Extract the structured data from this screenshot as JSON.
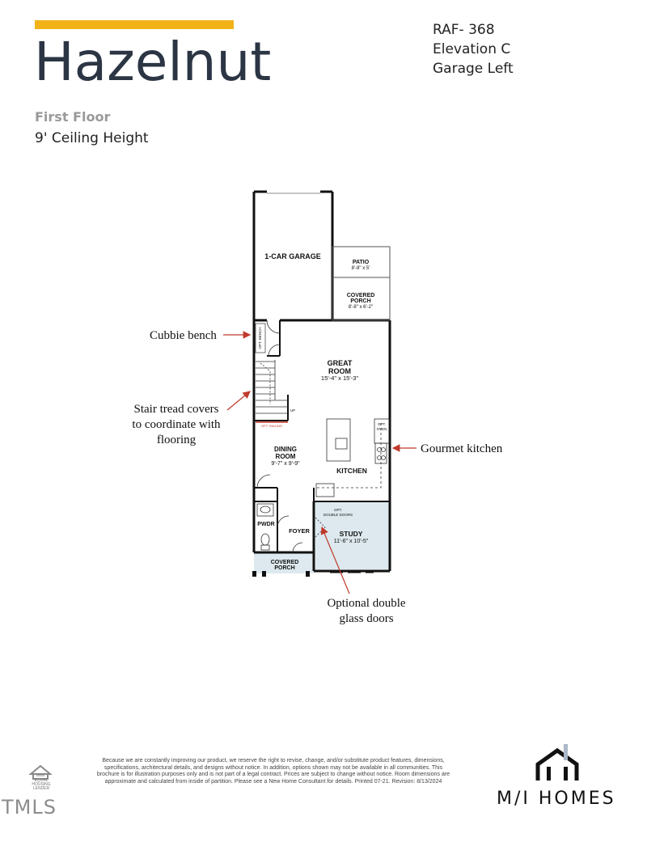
{
  "header": {
    "title": "Hazelnut",
    "plan_code": "RAF- 368",
    "elevation": "Elevation C",
    "garage": "Garage Left",
    "floor": "First Floor",
    "ceiling": "9' Ceiling Height"
  },
  "colors": {
    "accent": "#f2b318",
    "title": "#2b3544",
    "study_fill": "#dde9ee",
    "porch_fill": "#dde9ee",
    "arrow": "#c0392b"
  },
  "rooms": {
    "garage": "1-CAR GARAGE",
    "patio": "PATIO",
    "patio_dim": "8'-8\" x 5'",
    "covered_porch_top_1": "COVERED",
    "covered_porch_top_2": "PORCH",
    "covered_porch_top_dim": "8'-8\" x 6'-2\"",
    "great_room_1": "GREAT",
    "great_room_2": "ROOM",
    "great_room_dim": "15'-4\" x 15'-3\"",
    "dining_1": "DINING",
    "dining_2": "ROOM",
    "dining_dim": "9'-7\" x 9'-9\"",
    "kitchen": "KITCHEN",
    "pwdr": "PWDR",
    "foyer": "FOYER",
    "study": "STUDY",
    "study_dim": "11'-6\" x 10'-5\"",
    "covered_porch_bottom_1": "COVERED",
    "covered_porch_bottom_2": "PORCH",
    "opt_bench": "OPT. BENCH",
    "opt_oven_1": "OPT.",
    "opt_oven_2": "OVEN",
    "opt_double_doors_1": "OPT.",
    "opt_double_doors_2": "DOUBLE DOORS",
    "up": "UP",
    "opt_railing": "OPT. RAILING"
  },
  "callouts": {
    "cubbie": "Cubbie bench",
    "stair_1": "Stair tread covers",
    "stair_2": "to coordinate with",
    "stair_3": "flooring",
    "kitchen": "Gourmet kitchen",
    "doors_1": "Optional double",
    "doors_2": "glass doors"
  },
  "footer": {
    "disclaimer": "Because we are constantly improving our product, we reserve the right to revise, change, and/or substitute product features, dimensions, specifications, architectural details, and designs without notice. In addition, options shown may not be available in all communities. This brochure is for illustration purposes only and is not part of a legal contract. Prices are subject to change without notice. Room dimensions are approximate and calculated from inside of partition. Please see a New Home Consultant for details. Printed 07-21. Revision: 8/13/2024",
    "brand": "M/I HOMES",
    "eho_1": "EQUAL HOUSING",
    "eho_2": "LENDER",
    "mls": "TMLS"
  }
}
